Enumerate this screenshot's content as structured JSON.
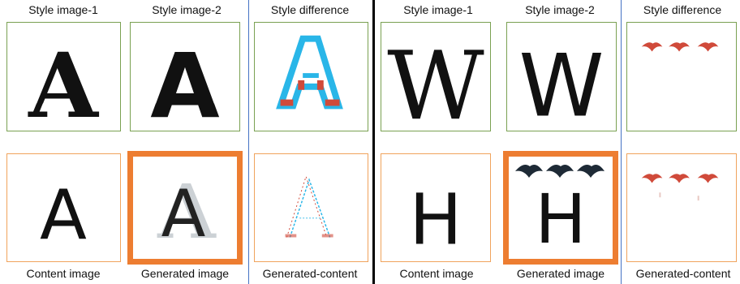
{
  "panels": [
    {
      "headers": [
        "Style image-1",
        "Style image-2",
        "Style difference"
      ],
      "footers": [
        "Content image",
        "Generated image",
        "Generated-content"
      ],
      "style1_glyph": "A",
      "style2_glyph": "A",
      "content_glyph": "A"
    },
    {
      "headers": [
        "Style image-1",
        "Style image-2",
        "Style difference"
      ],
      "footers": [
        "Content image",
        "Generated image",
        "Generated-content"
      ],
      "style1_glyph": "W",
      "style2_glyph": "W",
      "content_glyph": "H"
    }
  ],
  "colors": {
    "style_border": "#7aa152",
    "content_border": "#f0a35c",
    "highlight_border": "#ed7d31",
    "diff_blue": "#29b6e8",
    "diff_red": "#d04a3a",
    "separator_blue": "#4472c4"
  }
}
